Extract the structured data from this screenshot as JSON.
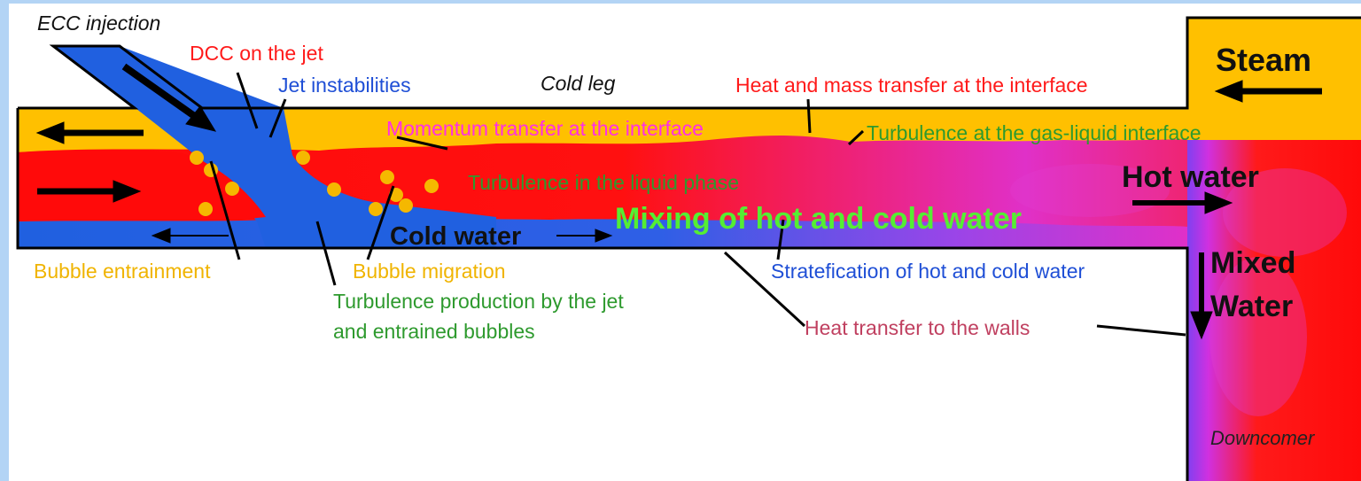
{
  "labels": {
    "ecc_injection": "ECC injection",
    "dcc_on_jet": "DCC on the jet",
    "jet_instabilities": "Jet instabilities",
    "cold_leg": "Cold leg",
    "heat_mass_transfer": "Heat and mass transfer at the interface",
    "steam": "Steam",
    "momentum_transfer": "Momentum transfer at the interface",
    "turbulence_gas_liquid": "Turbulence at the gas-liquid interface",
    "turbulence_liquid": "Turbulence in the liquid phase",
    "hot_water": "Hot water",
    "mixing": "Mixing of hot and cold water",
    "cold_water": "Cold water",
    "mixed_line1": "Mixed",
    "mixed_line2": "Water",
    "bubble_entrainment": "Bubble entrainment",
    "bubble_migration": "Bubble migration",
    "stratification": "Stratefication of hot and cold water",
    "turbulence_production_line1": "Turbulence production by the jet",
    "turbulence_production_line2": "and entrained bubbles",
    "heat_transfer_walls": "Heat transfer to the walls",
    "downcomer": "Downcomer"
  },
  "colors": {
    "background": "#b3d4f5",
    "canvas": "#ffffff",
    "steam_yellow": "#ffc000",
    "hot_red": "#ff0a0a",
    "cold_blue": "#2060e0",
    "mixed_magenta": "#d030e0",
    "bubble_yellow": "#f5b800",
    "label_red": "#ff1a1a",
    "label_blue": "#1f4fd6",
    "label_magenta": "#ff2ee6",
    "label_green": "#2e9a2e",
    "label_bright_green": "#55ee33",
    "label_yellow": "#f0b400",
    "label_rose": "#c04060",
    "label_dark": "#111111"
  }
}
